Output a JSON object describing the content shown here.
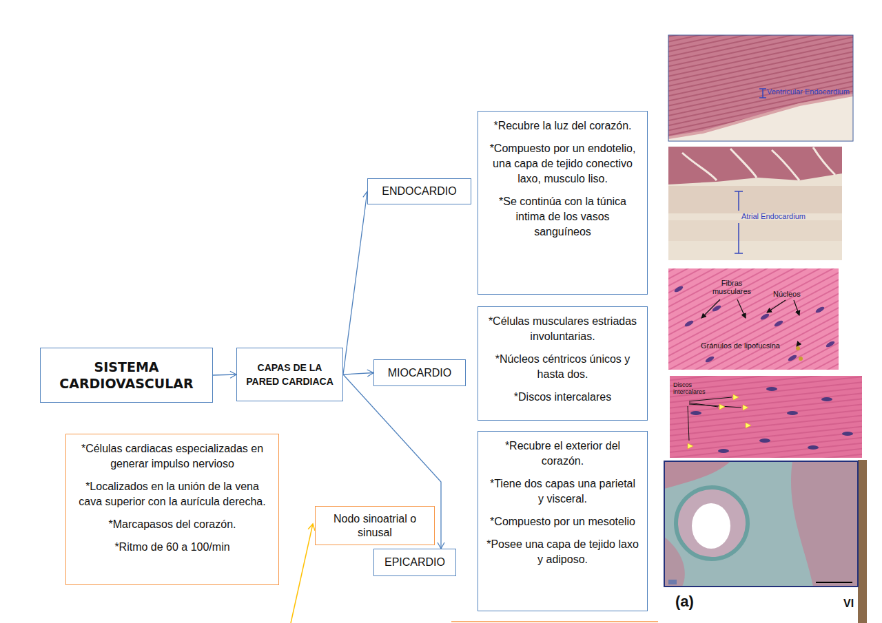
{
  "diagram": {
    "nodes": [
      {
        "text": [
          "SISTEMA CARDIOVASCULAR"
        ]
      },
      {
        "text": [
          "CAPAS DE LA PARED CARDIACA"
        ]
      },
      {
        "text": [
          "ENDOCARDIO"
        ]
      },
      {
        "text": [
          "*Recubre la luz del corazón.",
          "*Compuesto por un endotelio, una capa de tejido conectivo laxo, musculo liso.",
          "*Se continúa con la túnica intima de los vasos sanguíneos"
        ]
      },
      {
        "text": [
          "MIOCARDIO"
        ]
      },
      {
        "text": [
          "*Células musculares estriadas involuntarias.",
          "*Núcleos céntricos únicos y hasta dos.",
          "*Discos intercalares"
        ]
      },
      {
        "text": [
          "EPICARDIO"
        ]
      },
      {
        "text": [
          "*Recubre el exterior del corazón.",
          "*Tiene dos capas una parietal y visceral.",
          "*Compuesto por un mesotelio",
          "*Posee una capa de tejido laxo y adiposo."
        ]
      },
      {
        "text": [
          "Nodo sinoatrial o sinusal"
        ]
      },
      {
        "text": [
          "*Células cardiacas especializadas en generar impulso nervioso",
          "*Localizados en la unión de la vena cava superior con la aurícula derecha.",
          "*Marcapasos del corazón.",
          "*Ritmo de 60 a 100/min"
        ]
      }
    ],
    "edges": [
      {
        "from": 0,
        "to": 1,
        "arrow": "to"
      },
      {
        "from": 1,
        "to": 2,
        "arrow": "to"
      },
      {
        "from": 1,
        "to": 4,
        "arrow": "to"
      },
      {
        "from": 1,
        "to": 6,
        "arrow": "to"
      }
    ],
    "labels": [
      "Ventricular Endocardium",
      "Atrial Endocardium",
      "Fibras musculares",
      "Núcleos",
      "Gránulos de lipofucsina",
      "Discos intercalares",
      "(a)",
      "VI"
    ]
  }
}
